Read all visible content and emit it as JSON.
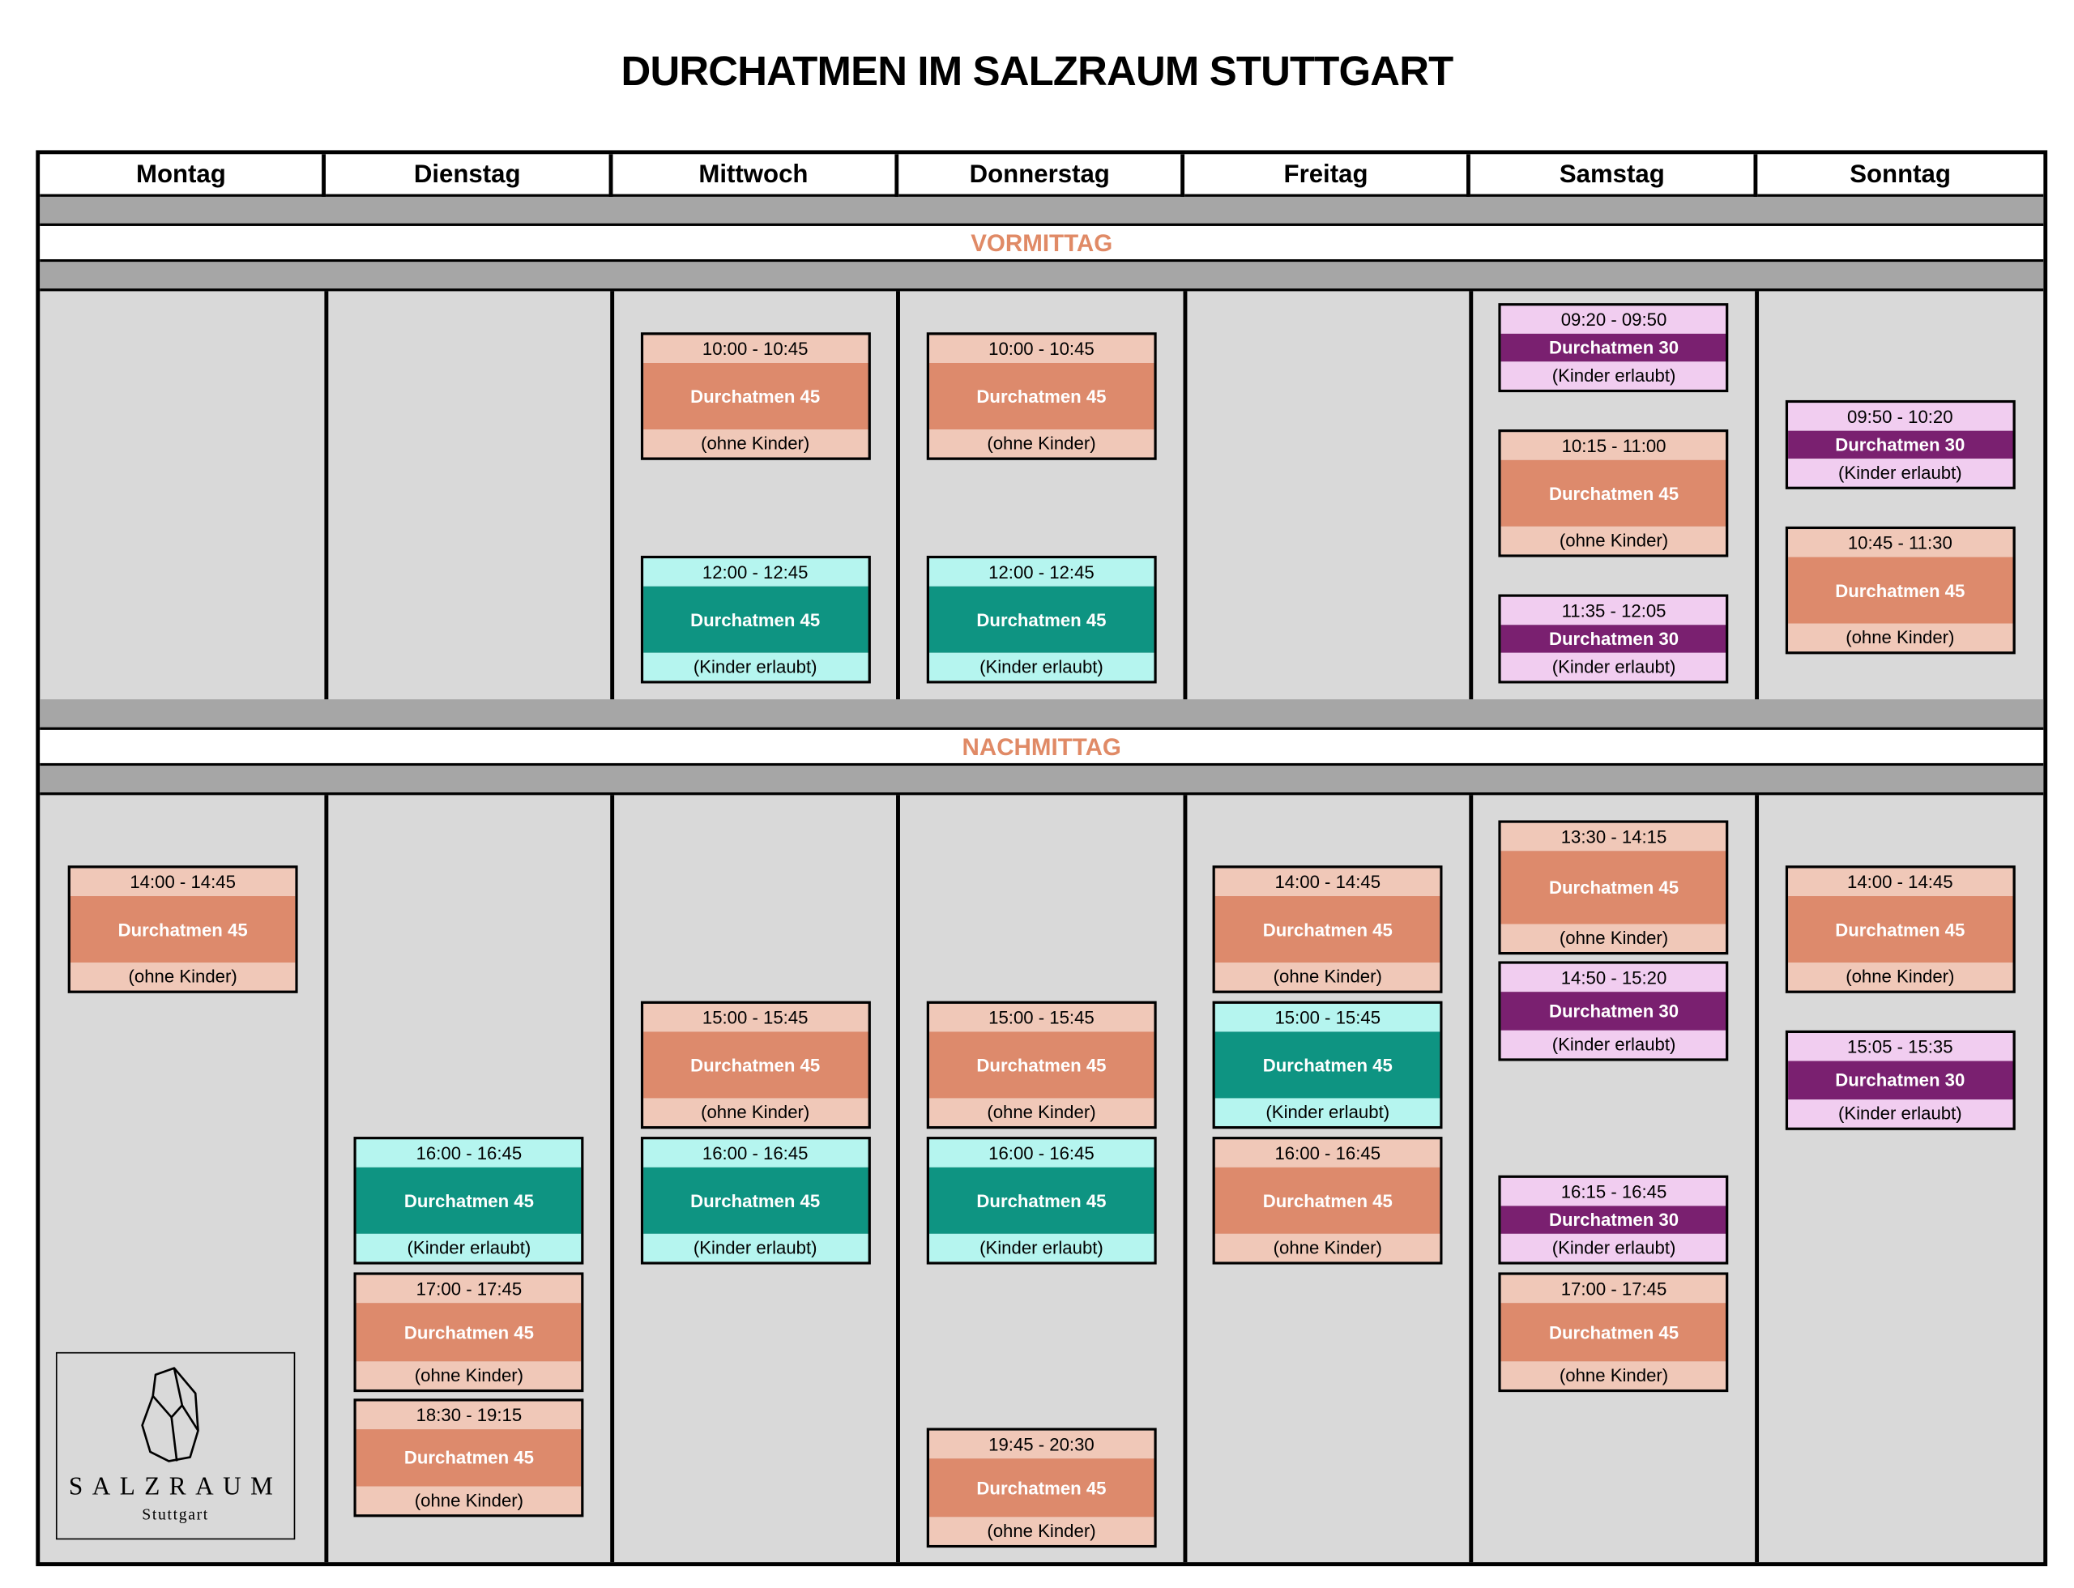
{
  "title": "DURCHATMEN IM SALZRAUM STUTTGART",
  "days": [
    "Montag",
    "Dienstag",
    "Mittwoch",
    "Donnerstag",
    "Freitag",
    "Samstag",
    "Sonntag"
  ],
  "sections": {
    "morning": "VORMITTAG",
    "afternoon": "NACHMITTAG"
  },
  "colors": {
    "peach": {
      "light": "#f0c8b8",
      "dark": "#dd8a6c"
    },
    "teal": {
      "light": "#b5f5ef",
      "dark": "#0e9482"
    },
    "purple": {
      "light": "#f1cdf0",
      "dark": "#7a2070"
    },
    "section_text": "#e08a66"
  },
  "logo": {
    "word": "SALZRAUM",
    "sub": "Stuttgart"
  },
  "sessions": [
    {
      "day": 2,
      "time": "10:00 - 10:45",
      "name": "Durchatmen 45",
      "note": "(ohne Kinder)",
      "color": "peach"
    },
    {
      "day": 2,
      "time": "12:00 - 12:45",
      "name": "Durchatmen 45",
      "note": "(Kinder erlaubt)",
      "color": "teal"
    },
    {
      "day": 3,
      "time": "10:00 - 10:45",
      "name": "Durchatmen 45",
      "note": "(ohne Kinder)",
      "color": "peach"
    },
    {
      "day": 3,
      "time": "12:00 - 12:45",
      "name": "Durchatmen 45",
      "note": "(Kinder erlaubt)",
      "color": "teal"
    },
    {
      "day": 5,
      "time": "09:20 - 09:50",
      "name": "Durchatmen 30",
      "note": "(Kinder erlaubt)",
      "color": "purple"
    },
    {
      "day": 5,
      "time": "10:15 - 11:00",
      "name": "Durchatmen 45",
      "note": "(ohne Kinder)",
      "color": "peach"
    },
    {
      "day": 5,
      "time": "11:35 - 12:05",
      "name": "Durchatmen 30",
      "note": "(Kinder erlaubt)",
      "color": "purple"
    },
    {
      "day": 6,
      "time": "09:50 - 10:20",
      "name": "Durchatmen 30",
      "note": "(Kinder erlaubt)",
      "color": "purple"
    },
    {
      "day": 6,
      "time": "10:45 - 11:30",
      "name": "Durchatmen 45",
      "note": "(ohne Kinder)",
      "color": "peach"
    },
    {
      "day": 0,
      "time": "14:00 - 14:45",
      "name": "Durchatmen 45",
      "note": "(ohne Kinder)",
      "color": "peach"
    },
    {
      "day": 1,
      "time": "16:00 - 16:45",
      "name": "Durchatmen 45",
      "note": "(Kinder erlaubt)",
      "color": "teal"
    },
    {
      "day": 1,
      "time": "17:00 - 17:45",
      "name": "Durchatmen 45",
      "note": "(ohne Kinder)",
      "color": "peach"
    },
    {
      "day": 1,
      "time": "18:30 - 19:15",
      "name": "Durchatmen 45",
      "note": "(ohne Kinder)",
      "color": "peach"
    },
    {
      "day": 2,
      "time": "15:00 - 15:45",
      "name": "Durchatmen 45",
      "note": "(ohne Kinder)",
      "color": "peach"
    },
    {
      "day": 2,
      "time": "16:00 - 16:45",
      "name": "Durchatmen 45",
      "note": "(Kinder erlaubt)",
      "color": "teal"
    },
    {
      "day": 3,
      "time": "15:00 - 15:45",
      "name": "Durchatmen 45",
      "note": "(ohne Kinder)",
      "color": "peach"
    },
    {
      "day": 3,
      "time": "16:00 - 16:45",
      "name": "Durchatmen 45",
      "note": "(Kinder erlaubt)",
      "color": "teal"
    },
    {
      "day": 3,
      "time": "19:45 - 20:30",
      "name": "Durchatmen 45",
      "note": "(ohne Kinder)",
      "color": "peach"
    },
    {
      "day": 4,
      "time": "14:00 - 14:45",
      "name": "Durchatmen 45",
      "note": "(ohne Kinder)",
      "color": "peach"
    },
    {
      "day": 4,
      "time": "15:00 - 15:45",
      "name": "Durchatmen 45",
      "note": "(Kinder erlaubt)",
      "color": "teal"
    },
    {
      "day": 4,
      "time": "16:00 - 16:45",
      "name": "Durchatmen 45",
      "note": "(ohne Kinder)",
      "color": "peach"
    },
    {
      "day": 5,
      "time": "13:30 - 14:15",
      "name": "Durchatmen 45",
      "note": "(ohne Kinder)",
      "color": "peach"
    },
    {
      "day": 5,
      "time": "14:50 - 15:20",
      "name": "Durchatmen 30",
      "note": "(Kinder erlaubt)",
      "color": "purple"
    },
    {
      "day": 5,
      "time": "16:15 - 16:45",
      "name": "Durchatmen 30",
      "note": "(Kinder erlaubt)",
      "color": "purple"
    },
    {
      "day": 5,
      "time": "17:00 - 17:45",
      "name": "Durchatmen 45",
      "note": "(ohne Kinder)",
      "color": "peach"
    },
    {
      "day": 6,
      "time": "14:00 - 14:45",
      "name": "Durchatmen 45",
      "note": "(ohne Kinder)",
      "color": "peach"
    },
    {
      "day": 6,
      "time": "15:05 - 15:35",
      "name": "Durchatmen 30",
      "note": "(Kinder erlaubt)",
      "color": "purple"
    }
  ]
}
